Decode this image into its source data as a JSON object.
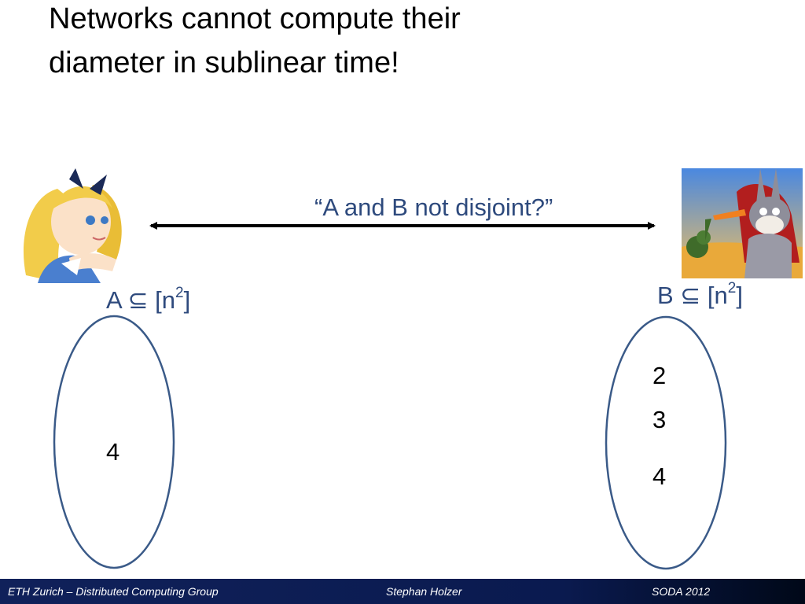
{
  "slide": {
    "title_line1": "Networks cannot compute their",
    "title_line2": "diameter in sublinear time!",
    "question": "“A and B not disjoint?”",
    "alice_set": {
      "prefix": "A ⊆ [n",
      "sup": "2",
      "suffix": "]",
      "elements": [
        "4"
      ]
    },
    "bob_set": {
      "prefix": "B ⊆ [n",
      "sup": "2",
      "suffix": "]",
      "elements": [
        "2",
        "3",
        "4"
      ]
    },
    "alice_image": "alice-cartoon",
    "bob_image": "bugs-bunny-cartoon",
    "colors": {
      "label_blue": "#2e4a7d",
      "ellipse_stroke": "#3a5a88",
      "footer_bg": "#10215a"
    }
  },
  "footer": {
    "left": "ETH Zurich – Distributed Computing Group",
    "center": "Stephan Holzer",
    "right": "SODA 2012"
  }
}
